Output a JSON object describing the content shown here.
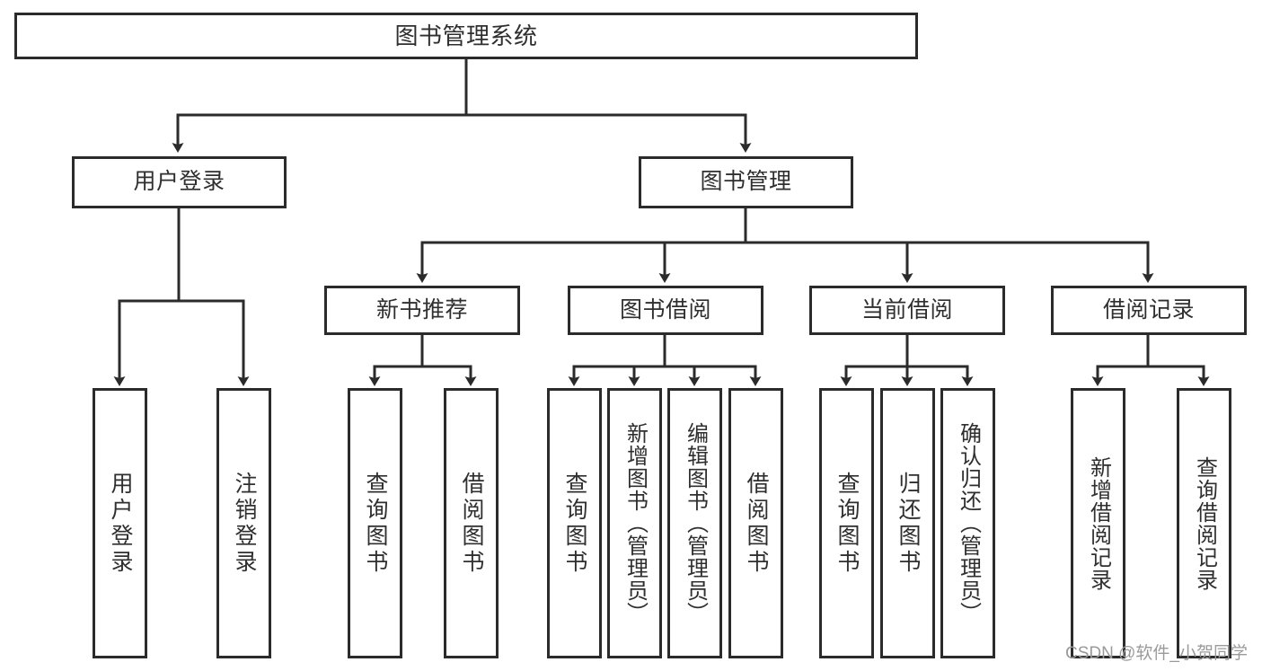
{
  "diagram": {
    "type": "hierarchy-tree",
    "title": "图书管理系统",
    "root": {
      "label": "图书管理系统"
    },
    "level2": [
      {
        "label": "用户登录"
      },
      {
        "label": "图书管理"
      }
    ],
    "level3": [
      {
        "label": "新书推荐"
      },
      {
        "label": "图书借阅"
      },
      {
        "label": "当前借阅"
      },
      {
        "label": "借阅记录"
      }
    ],
    "leaves": {
      "user_login": [
        {
          "label": "用户登录"
        },
        {
          "label": "注销登录"
        }
      ],
      "new_book_recommend": [
        {
          "label": "查询图书"
        },
        {
          "label": "借阅图书"
        }
      ],
      "book_borrow": [
        {
          "label": "查询图书"
        },
        {
          "label": "新增图书（管理员）"
        },
        {
          "label": "编辑图书（管理员）"
        },
        {
          "label": "借阅图书"
        }
      ],
      "current_borrow": [
        {
          "label": "查询图书"
        },
        {
          "label": "归还图书"
        },
        {
          "label": "确认归还（管理员）"
        }
      ],
      "borrow_records": [
        {
          "label": "新增借阅记录"
        },
        {
          "label": "查询借阅记录"
        }
      ]
    },
    "watermark": "CSDN @软件_小贺同学",
    "colors": {
      "stroke": "#2b2b2b",
      "text": "#2f2f2f",
      "background": "#ffffff",
      "watermark": "#9a9a9a"
    }
  }
}
